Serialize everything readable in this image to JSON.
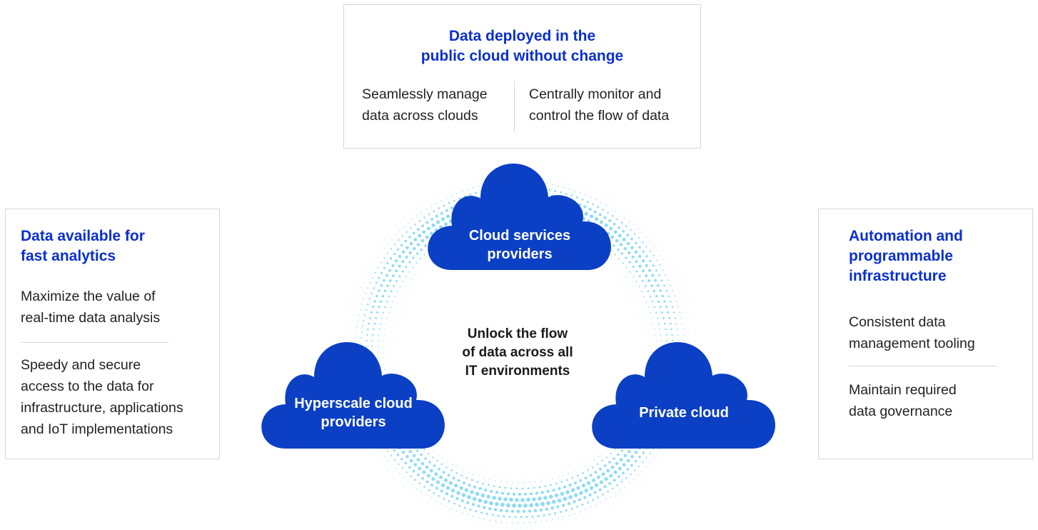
{
  "top_box": {
    "heading": "Data deployed in the\npublic cloud without change",
    "left_text": "Seamlessly manage\ndata across clouds",
    "right_text": "Centrally monitor and\ncontrol the flow of data"
  },
  "left_box": {
    "heading": "Data available for\nfast analytics",
    "item1": "Maximize the value of\nreal-time data analysis",
    "item2": "Speedy and secure\naccess to the data for\ninfrastructure, applications\nand IoT implementations"
  },
  "right_box": {
    "heading": "Automation and\nprogrammable\ninfrastructure",
    "item1": "Consistent data\nmanagement tooling",
    "item2": "Maintain required\ndata governance"
  },
  "center_text": "Unlock the flow\nof data across all\nIT environments",
  "clouds": {
    "top": "Cloud services\nproviders",
    "left": "Hyperscale cloud\nproviders",
    "right": "Private cloud"
  },
  "colors": {
    "heading": "#0a2fcf",
    "cloud": "#0b3fc4",
    "dots": "#8fdcf2",
    "border": "#d6d6d6"
  }
}
